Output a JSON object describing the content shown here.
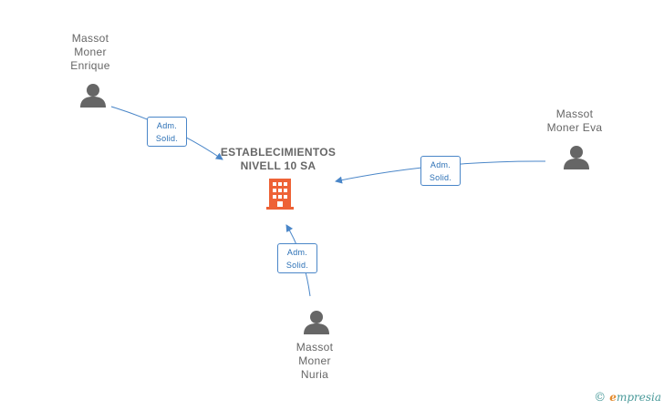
{
  "company": {
    "name_line1": "ESTABLECIMIENTOS",
    "name_line2": "NIVELL 10 SA",
    "icon": "building-icon",
    "icon_color": "#ee6236"
  },
  "people": [
    {
      "id": "enrique",
      "name_lines": [
        "Massot",
        "Moner",
        "Enrique"
      ],
      "icon": "person-icon"
    },
    {
      "id": "eva",
      "name_lines": [
        "Massot",
        "Moner Eva"
      ],
      "icon": "person-icon"
    },
    {
      "id": "nuria",
      "name_lines": [
        "Massot",
        "Moner",
        "Nuria"
      ],
      "icon": "person-icon"
    }
  ],
  "relations": [
    {
      "from": "enrique",
      "to": "company",
      "label_line1": "Adm.",
      "label_line2": "Solid."
    },
    {
      "from": "eva",
      "to": "company",
      "label_line1": "Adm.",
      "label_line2": "Solid."
    },
    {
      "from": "nuria",
      "to": "company",
      "label_line1": "Adm.",
      "label_line2": "Solid."
    }
  ],
  "brand": {
    "copyright_symbol": "©",
    "e_letter": "e",
    "name_rest": "mpresia"
  },
  "colors": {
    "edge": "#4a86c8",
    "person_icon": "#666666",
    "text": "#666666"
  }
}
